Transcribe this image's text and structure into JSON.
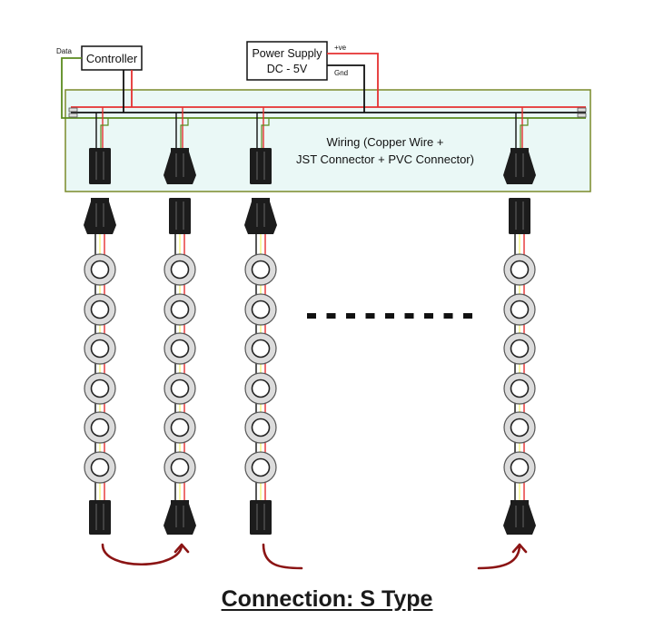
{
  "controller": {
    "label": "Controller",
    "data_label": "Data"
  },
  "power_supply": {
    "line1": "Power Supply",
    "line2": "DC - 5V",
    "pos_label": "+ve",
    "gnd_label": "Gnd"
  },
  "wiring_panel": {
    "line1": "Wiring (Copper Wire +",
    "line2": "JST Connector + PVC Connector)"
  },
  "strips": {
    "count_shown": 4,
    "leds_per_strip": 6,
    "gap_indicator": "ellipsis"
  },
  "caption": "Connection: S Type",
  "colors": {
    "wire_positive": "#e53030",
    "wire_ground": "#111111",
    "wire_data": "#5a8a1e",
    "panel_fill": "#eaf8f6",
    "panel_border": "#7a8a2a",
    "connector": "#1c1c1c",
    "led_ring": "#dcdcdc",
    "arrow": "#8b1414"
  }
}
